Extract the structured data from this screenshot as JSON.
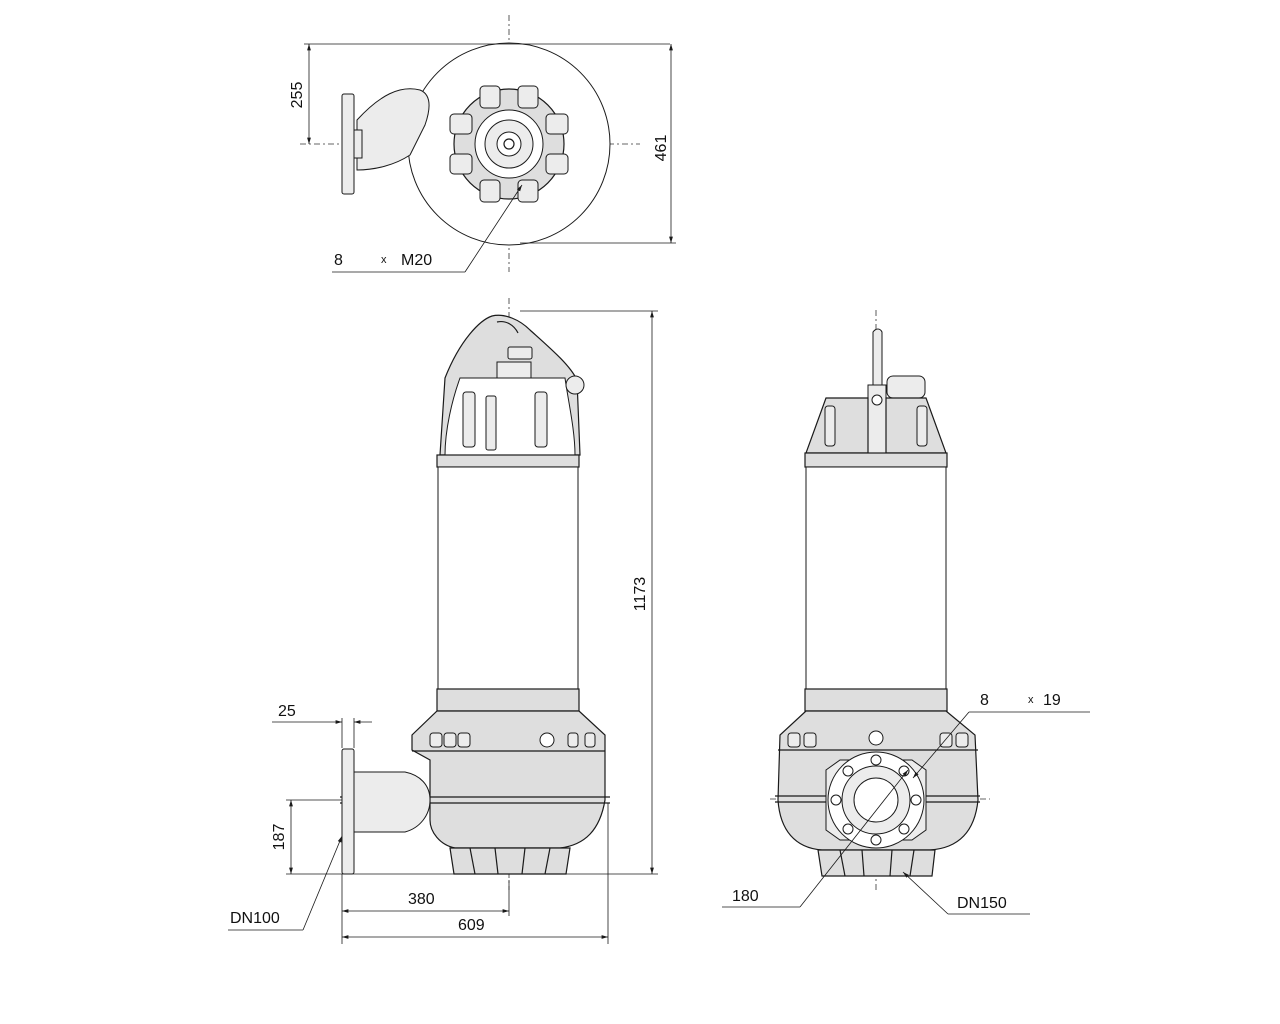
{
  "top_view": {
    "dim_height_offset": "255",
    "dim_overall_width": "461",
    "bolt_count": "8",
    "multiply_sign": "x",
    "bolt_thread": "M20"
  },
  "side_view": {
    "dim_flange_thickness": "25",
    "dim_outlet_height": "187",
    "dim_overall_height": "1173",
    "dim_axis_distance": "380",
    "dim_overall_length": "609",
    "outlet_size": "DN100"
  },
  "front_view": {
    "hole_count": "8",
    "multiply_sign": "x",
    "hole_diameter": "19",
    "bolt_circle": "180",
    "inlet_size": "DN150"
  }
}
